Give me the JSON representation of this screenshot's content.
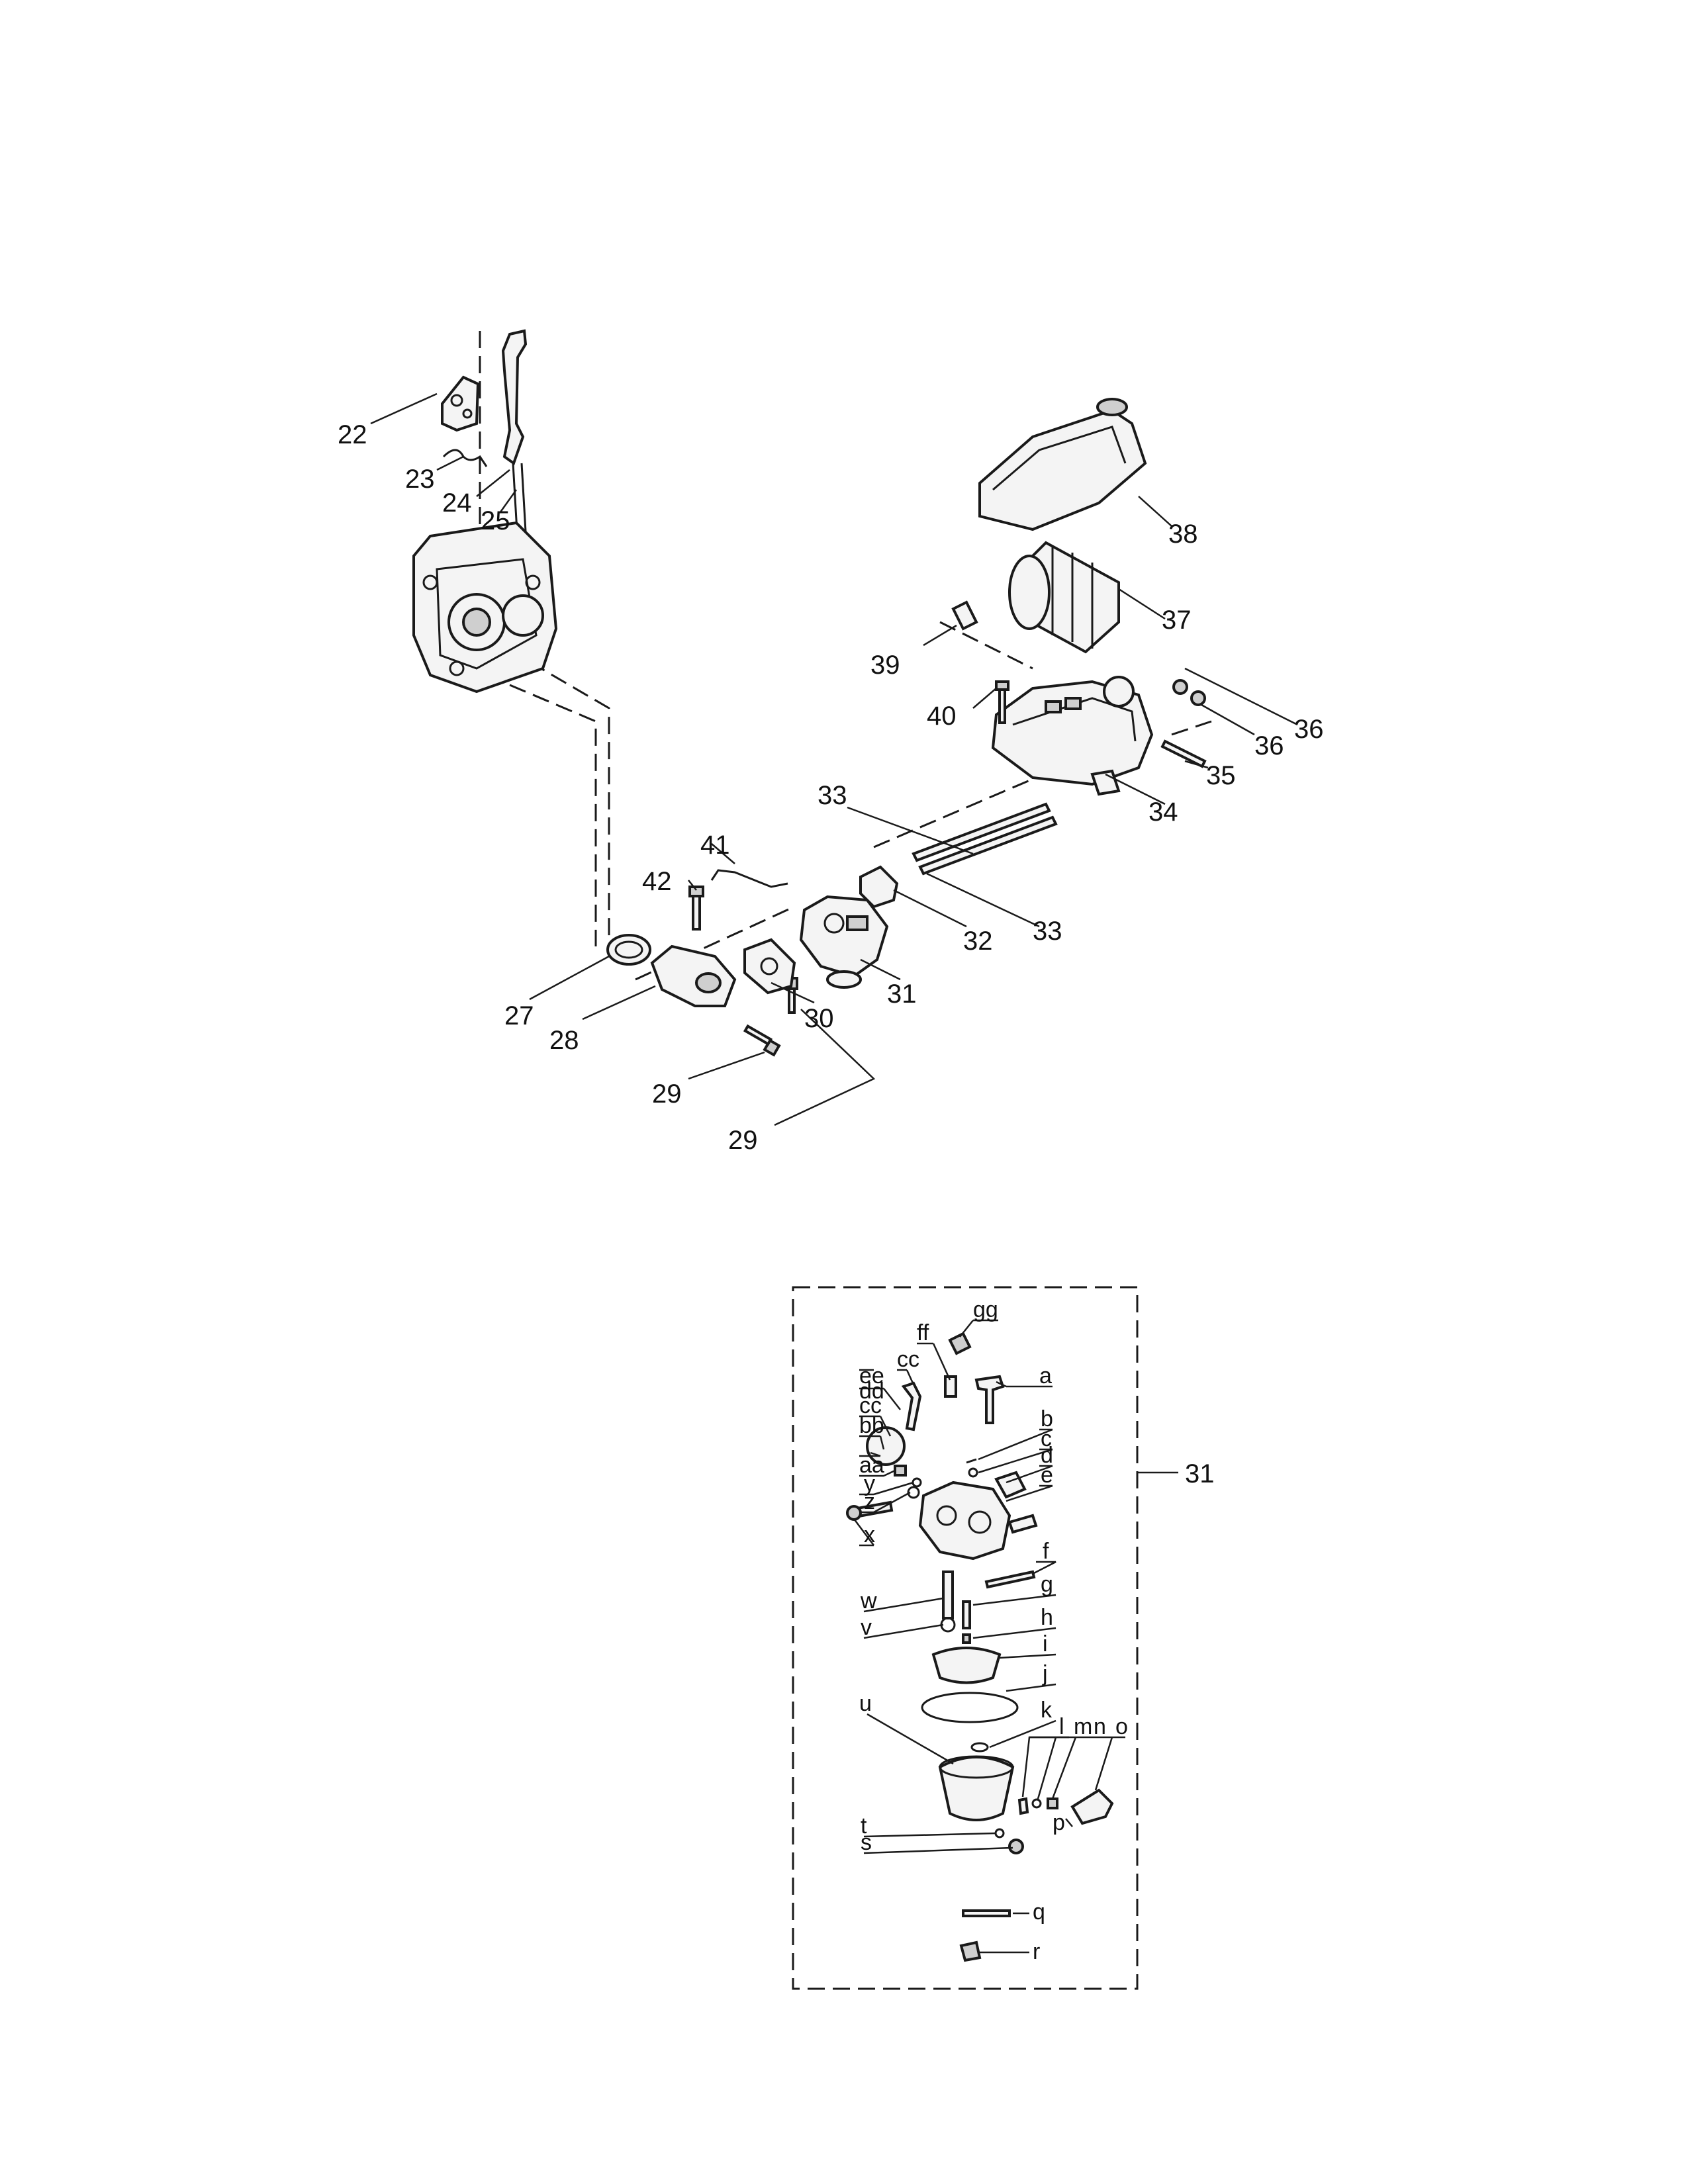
{
  "callouts_upper": {
    "p22": "22",
    "p23": "23",
    "p24": "24",
    "p25": "25",
    "p27": "27",
    "p28": "28",
    "p29a": "29",
    "p29b": "29",
    "p30": "30",
    "p31": "31",
    "p32": "32",
    "p33a": "33",
    "p33b": "33",
    "p34": "34",
    "p35": "35",
    "p36a": "36",
    "p36b": "36",
    "p37": "37",
    "p38": "38",
    "p39": "39",
    "p40": "40",
    "p41": "41",
    "p42": "42"
  },
  "carburetor_inset": {
    "ref_number": "31",
    "letters": {
      "a": "a",
      "b": "b",
      "c": "c",
      "d": "d",
      "e": "e",
      "f": "f",
      "g": "g",
      "h": "h",
      "i": "i",
      "j": "j",
      "k": "k",
      "l": "l",
      "m": "m",
      "n": "n",
      "o": "o",
      "p": "p",
      "q": "q",
      "r": "r",
      "s": "s",
      "t": "t",
      "u": "u",
      "v": "v",
      "w": "w",
      "x": "x",
      "y": "y",
      "z": "z",
      "aa": "aa",
      "bb": "bb",
      "cc1": "cc",
      "cc2": "cc",
      "dd": "dd",
      "ee": "ee",
      "ff": "ff",
      "gg": "gg"
    }
  }
}
